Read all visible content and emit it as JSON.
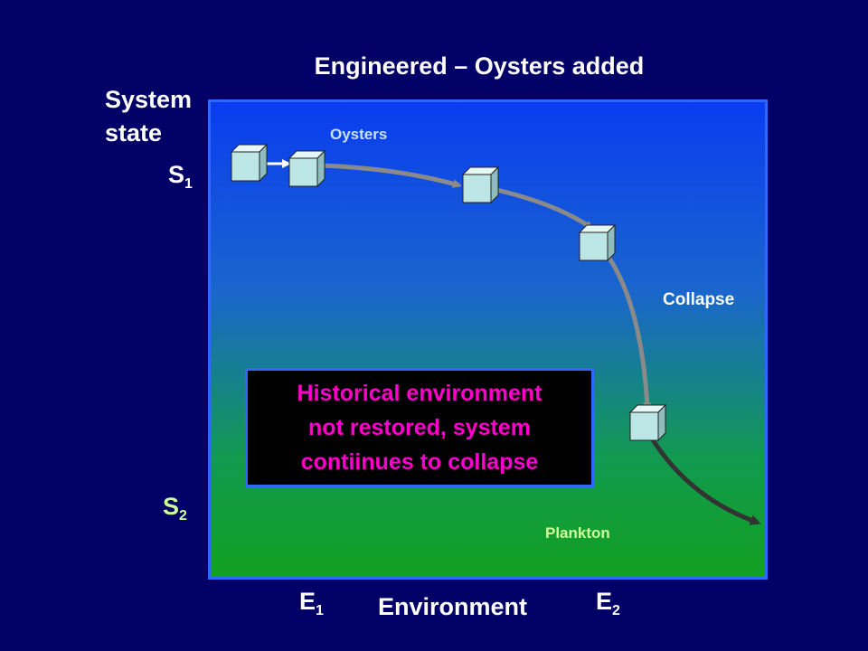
{
  "title": "Engineered – Oysters added",
  "y_axis": {
    "line1": "System",
    "line2": "state"
  },
  "x_axis": {
    "label": "Environment"
  },
  "states": {
    "s1": {
      "base": "S",
      "sub": "1"
    },
    "s2": {
      "base": "S",
      "sub": "2"
    }
  },
  "environments": {
    "e1": {
      "base": "E",
      "sub": "1"
    },
    "e2": {
      "base": "E",
      "sub": "2"
    }
  },
  "labels": {
    "oysters": "Oysters",
    "collapse": "Collapse",
    "plankton": "Plankton"
  },
  "note": {
    "line1": "Historical environment",
    "line2": "not restored, system",
    "line3": "contiinues to collapse"
  },
  "colors": {
    "background": "#000066",
    "panel_border": "#3366ff",
    "note_text": "#ff00cc",
    "s2_label": "#ccff99",
    "arrow_gray": "#8a8a8a",
    "arrow_dark": "#333333",
    "cube_face": "#bde6e6"
  }
}
